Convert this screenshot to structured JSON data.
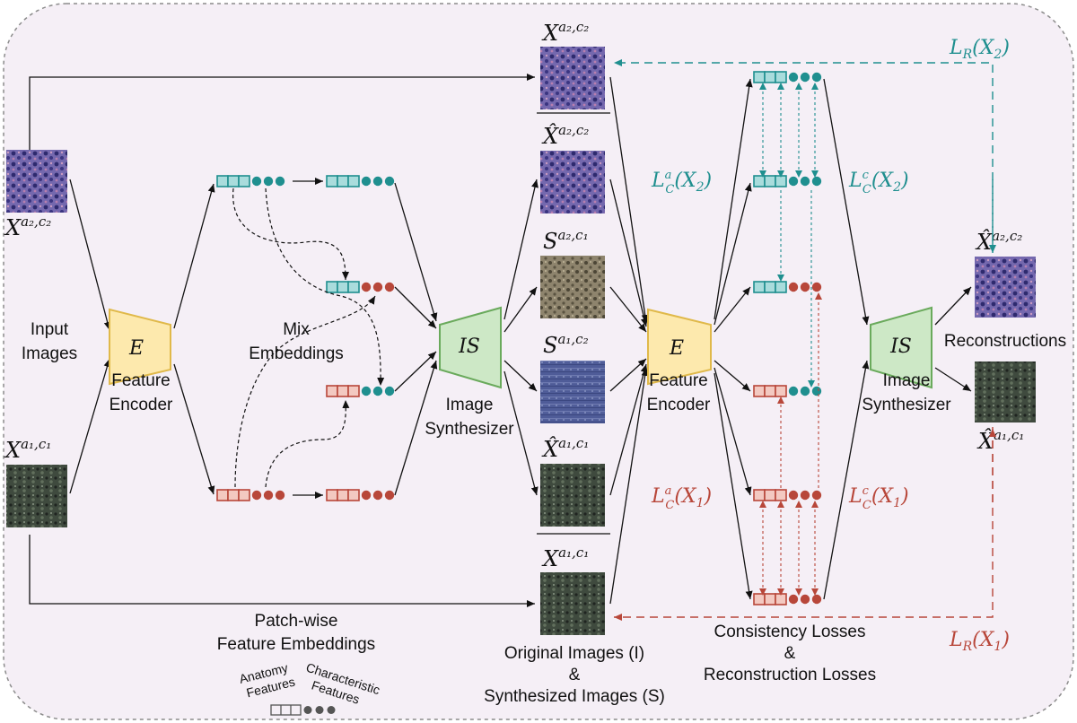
{
  "labels": {
    "input_images": [
      "Input",
      "Images"
    ],
    "feature_encoder": [
      "Feature",
      "Encoder"
    ],
    "mix_embeddings": [
      "Mix",
      "Embeddings"
    ],
    "image_synthesizer": [
      "Image",
      "Synthesizer"
    ],
    "reconstructions": "Reconstructions",
    "patchwise": [
      "Patch-wise",
      "Feature Embeddings"
    ],
    "original_synth": [
      "Original Images (I)",
      "&",
      "Synthesized Images (S)"
    ],
    "losses": [
      "Consistency Losses",
      "&",
      "Reconstruction Losses"
    ],
    "legend_anatomy": [
      "Anatomy",
      "Features"
    ],
    "legend_characteristic": [
      "Characteristic",
      "Features"
    ]
  },
  "blocks": {
    "encoder_symbol": "E",
    "synthesizer_symbol": "IS"
  },
  "math": {
    "x_a2c2": {
      "base": "X",
      "sup": "a₂,c₂"
    },
    "x_a1c1": {
      "base": "X",
      "sup": "a₁,c₁"
    },
    "xhat_a2c2": {
      "base": "X̂",
      "sup": "a₂,c₂"
    },
    "xhat_a1c1": {
      "base": "X̂",
      "sup": "a₁,c₁"
    },
    "s_a2c1": {
      "base": "S",
      "sup": "a₂,c₁"
    },
    "s_a1c2": {
      "base": "S",
      "sup": "a₁,c₂"
    },
    "lr_x2": "L_R(X_2)",
    "lr_x1": "L_R(X_1)",
    "lca_x2": "L_C^a(X_2)",
    "lcc_x2": "L_C^c(X_2)",
    "lca_x1": "L_C^a(X_1)",
    "lcc_x1": "L_C^c(X_1)"
  },
  "colors": {
    "teal": "#1f8f8f",
    "red": "#b8473a",
    "teal_fill": "#a9dcdc",
    "red_fill": "#f3c9c1",
    "encoder_fill": "#fde9ad",
    "encoder_stroke": "#e0b94a",
    "synth_fill": "#cde8c6",
    "synth_stroke": "#6aaa5c",
    "panel_bg": "#f5eff6",
    "purple_tile": "#6f63a8",
    "dark_tile": "#3f4a3e",
    "sepia_tile": "#8a7f68",
    "blue_tile": "#4d5a96"
  }
}
